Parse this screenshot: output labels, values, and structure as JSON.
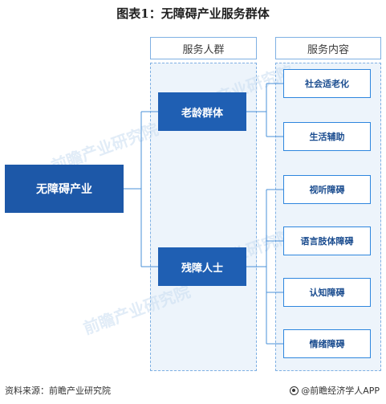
{
  "title": "图表1：无障碍产业服务群体",
  "headers": {
    "groups": "服务人群",
    "services": "服务内容"
  },
  "main_node": "无障碍产业",
  "groups": [
    {
      "label": "老龄群体",
      "services": [
        "社会适老化",
        "生活辅助"
      ]
    },
    {
      "label": "残障人士",
      "services": [
        "视听障碍",
        "语言肢体障碍",
        "认知障碍",
        "情绪障碍"
      ]
    }
  ],
  "footer": {
    "source": "资料来源：前瞻产业研究院",
    "brand": "@前瞻经济学人APP"
  }
}
